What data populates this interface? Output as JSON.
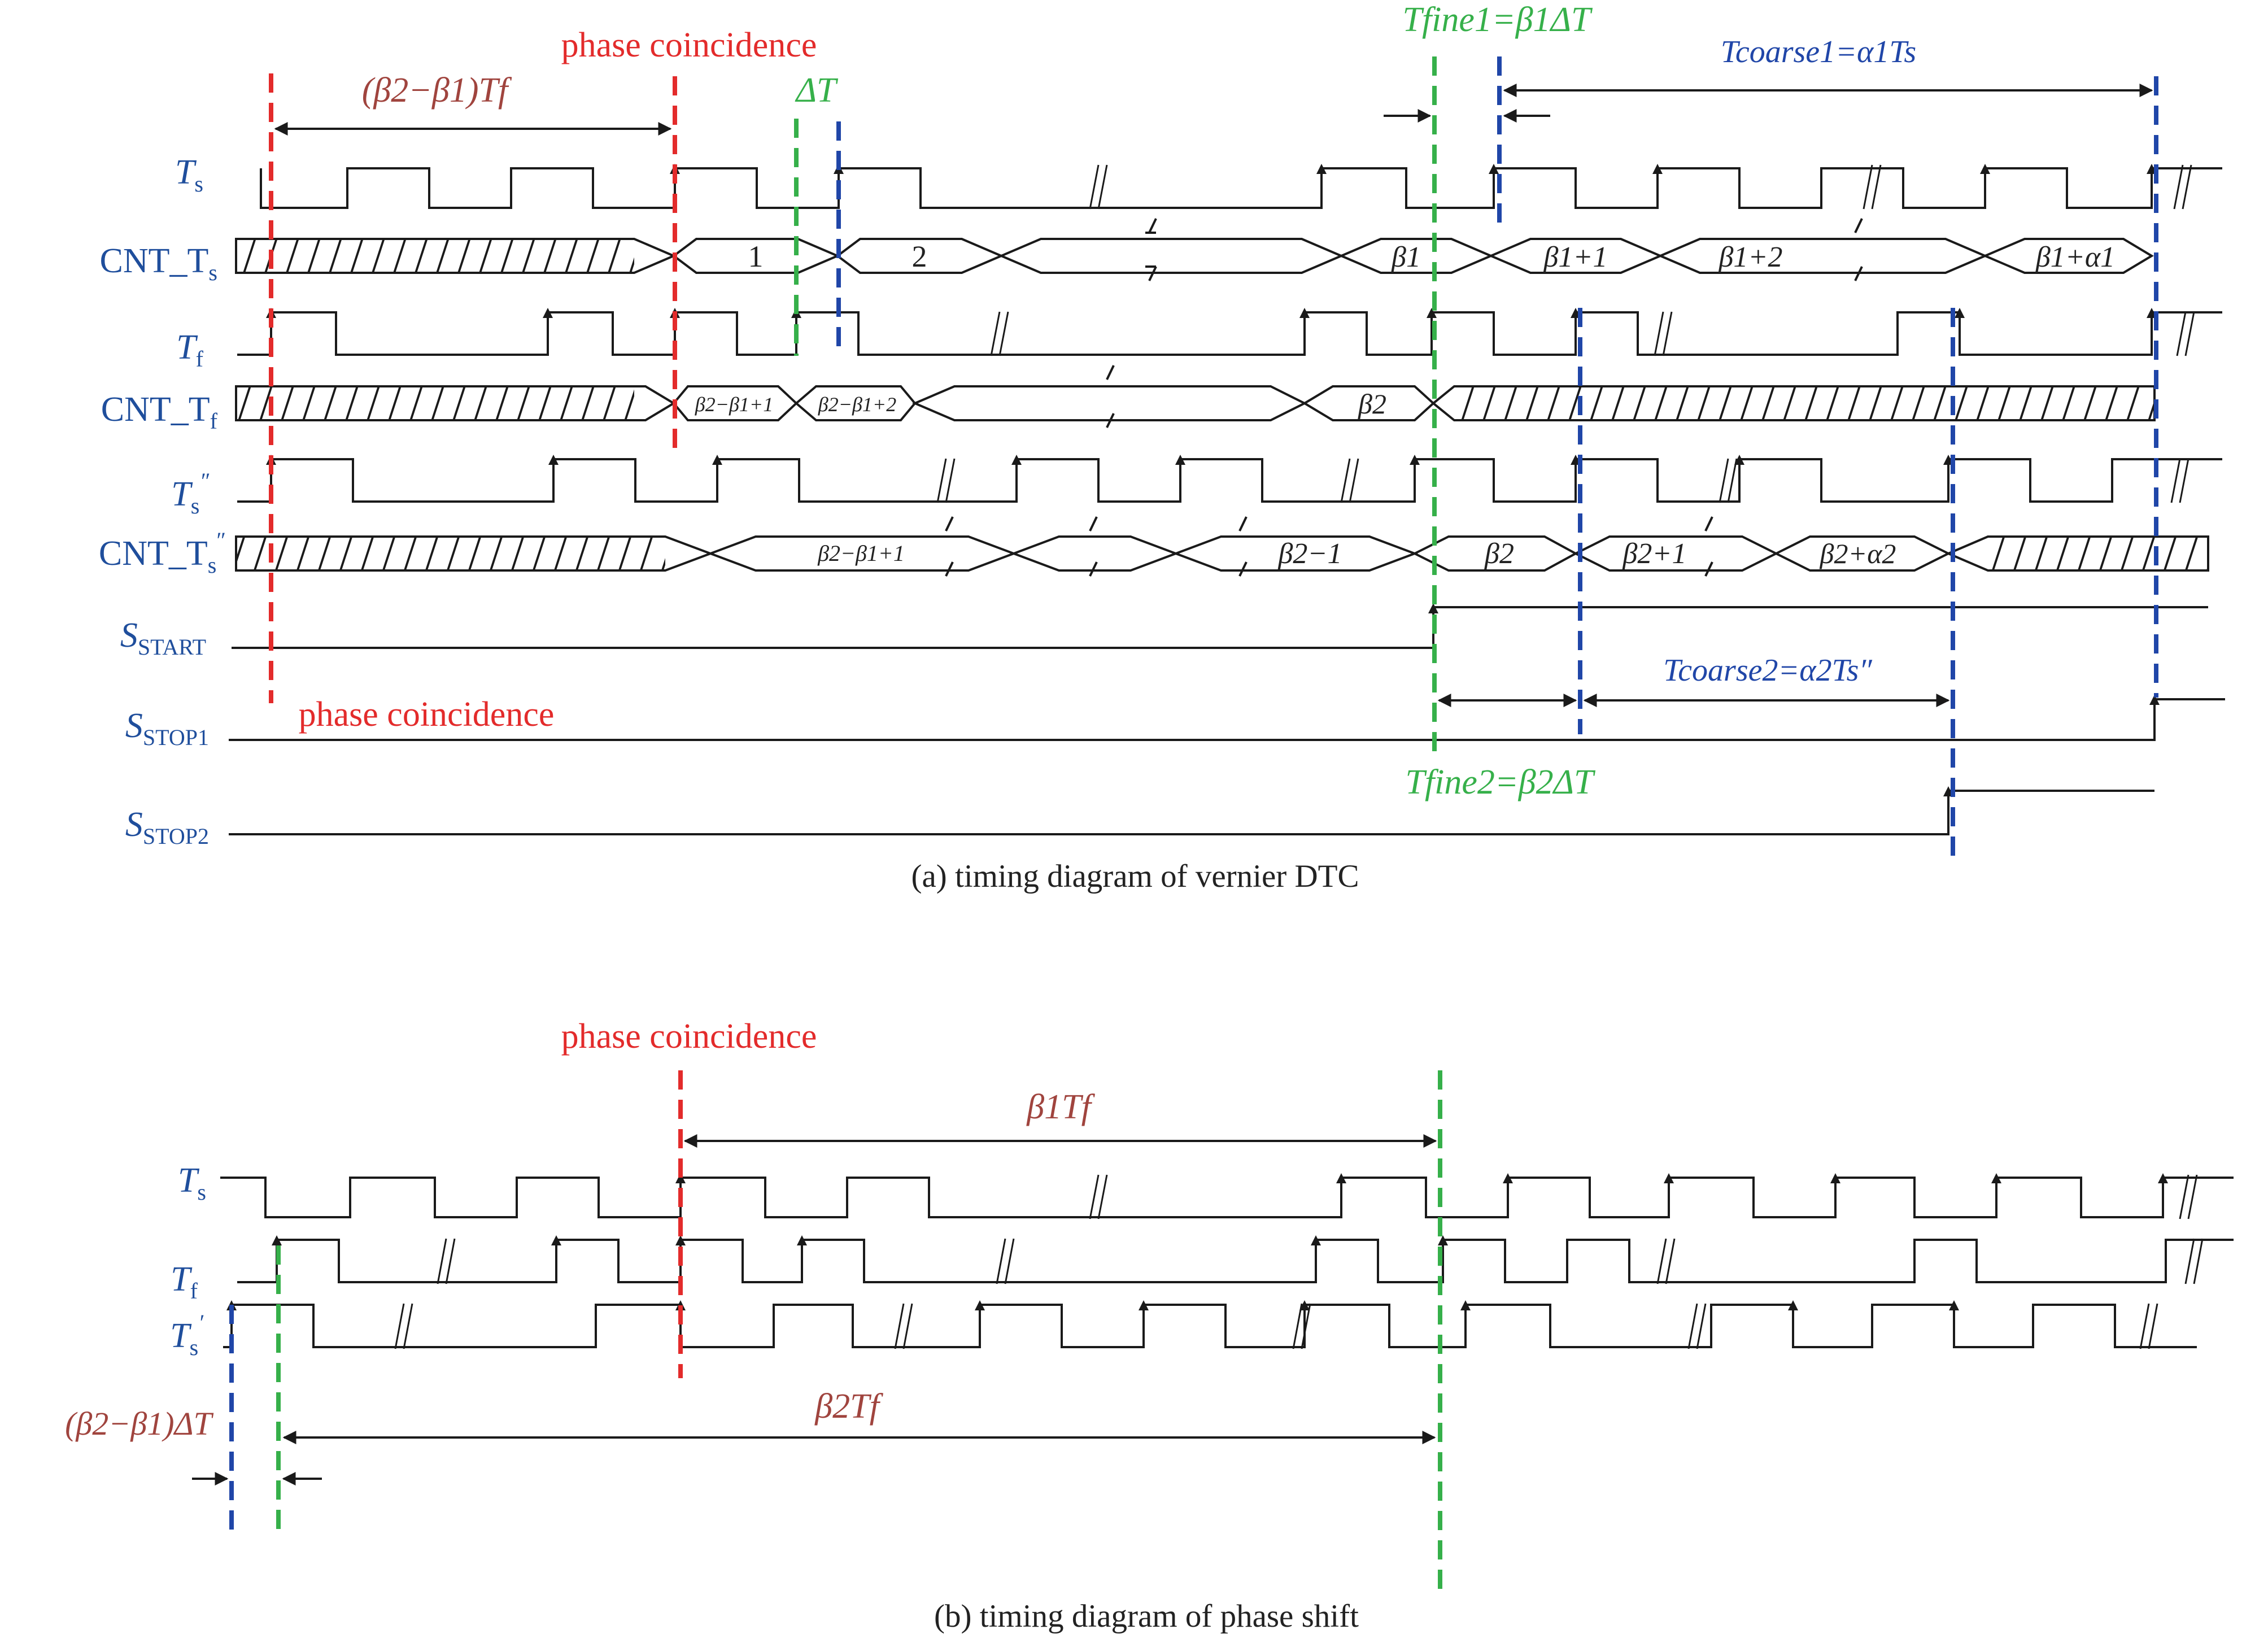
{
  "colors": {
    "signal": "#1f4e9c",
    "red": "#e32b2b",
    "brown": "#a0443e",
    "green": "#36b04a",
    "blue": "#2046a8",
    "ink": "#1a1a1a"
  },
  "panel_a": {
    "caption": "(a) timing diagram of  vernier DTC",
    "labels": {
      "ts": {
        "main": "T",
        "sub": "s"
      },
      "cnt_ts": {
        "main": "CNT_T",
        "sub": "s"
      },
      "tf": {
        "main": "T",
        "sub": "f"
      },
      "cnt_tf": {
        "main": "CNT_T",
        "sub": "f"
      },
      "ts2": {
        "main": "T",
        "sub": "s",
        "sup": "″"
      },
      "cnt_ts2": {
        "main": "CNT_T",
        "sub": "s",
        "sup": "″"
      },
      "s_start": {
        "main": "S",
        "sub": "START"
      },
      "s_stop1": {
        "main": "S",
        "sub": "STOP1"
      },
      "s_stop2": {
        "main": "S",
        "sub": "STOP2"
      }
    },
    "annotations": {
      "phase_top": "phase coincidence",
      "phase_low": "phase coincidence",
      "beta_diff": "(β2−β1)Tf",
      "delta_t": "ΔT",
      "t_fine1": "Tfine1=β1ΔT",
      "t_coarse1": "Tcoarse1=α1Ts",
      "t_coarse2": "Tcoarse2=α2Ts″",
      "t_fine2": "Tfine2=β2ΔT"
    },
    "bus_values": {
      "cnt_ts": [
        "1",
        "2",
        "β1",
        "β1+1",
        "β1+2",
        "β1+α1"
      ],
      "cnt_tf": [
        "β2−β1+1",
        "β2−β1+2",
        "β2"
      ],
      "cnt_ts2": [
        "β2−β1+1",
        "β2−1",
        "β2",
        "β2+1",
        "β2+α2"
      ]
    }
  },
  "panel_b": {
    "caption": "(b) timing diagram of phase shift",
    "labels": {
      "ts": {
        "main": "T",
        "sub": "s"
      },
      "tf": {
        "main": "T",
        "sub": "f"
      },
      "ts1": {
        "main": "T",
        "sub": "s",
        "sup": "′"
      }
    },
    "annotations": {
      "phase": "phase coincidence",
      "beta1_tf": "β1Tf",
      "beta2_tf": "β2Tf",
      "beta_diff_dt": "(β2−β1)ΔT"
    }
  }
}
